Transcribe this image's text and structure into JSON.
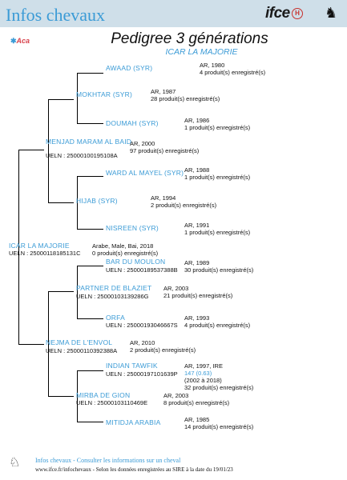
{
  "header": {
    "title": "Infos chevaux",
    "logo_text": "ifce",
    "logo_mark": "H"
  },
  "badge": {
    "text": "Aca"
  },
  "doc": {
    "title": "Pedigree 3 générations",
    "horse": "ICAR LA MAJORIE"
  },
  "subject": {
    "name": "ICAR LA MAJORIE",
    "ueln": "UELN : 25000118185131C",
    "line1": "Arabe, Male, Bai, 2018",
    "line2": "0 produit(s) enregistré(s)"
  },
  "sire": {
    "name": "MENJAD MARAM AL BAID",
    "ueln": "UELN : 25000100195108A",
    "line1": "AR, 2000",
    "line2": "97 produit(s) enregistré(s)"
  },
  "ss": {
    "name": "MOKHTAR (SYR)",
    "line1": "AR, 1987",
    "line2": "28 produit(s) enregistré(s)"
  },
  "sss": {
    "name": "AWAAD (SYR)",
    "line1": "AR, 1980",
    "line2": "4 produit(s) enregistré(s)"
  },
  "ssd": {
    "name": "DOUMAH (SYR)",
    "line1": "AR, 1986",
    "line2": "1 produit(s) enregistré(s)"
  },
  "sd": {
    "name": "HIJAB (SYR)",
    "line1": "AR, 1994",
    "line2": "2 produit(s) enregistré(s)"
  },
  "sds": {
    "name": "WARD AL MAYEL (SYR)",
    "line1": "AR, 1988",
    "line2": "1 produit(s) enregistré(s)"
  },
  "sdd": {
    "name": "NISREEN (SYR)",
    "line1": "AR, 1991",
    "line2": "1 produit(s) enregistré(s)"
  },
  "dam": {
    "name": "NEJMA DE L'ENVOL",
    "ueln": "UELN : 25000110392388A",
    "line1": "AR, 2010",
    "line2": "2 produit(s) enregistré(s)"
  },
  "ds": {
    "name": "PARTNER DE BLAZIET",
    "ueln": "UELN : 25000103139286G",
    "line1": "AR, 2003",
    "line2": "21 produit(s) enregistré(s)"
  },
  "dss": {
    "name": "BAR DU MOULON",
    "ueln": "UELN : 25000189537388B",
    "line1": "AR, 1989",
    "line2": "30 produit(s) enregistré(s)"
  },
  "dsd": {
    "name": "ORFA",
    "ueln": "UELN : 25000193046667S",
    "line1": "AR, 1993",
    "line2": "4 produit(s) enregistré(s)"
  },
  "dd": {
    "name": "MIRBA DE GION",
    "ueln": "UELN : 25000103110469E",
    "line1": "AR, 2003",
    "line2": "8 produit(s) enregistré(s)"
  },
  "dds": {
    "name": "INDIAN TAWFIK",
    "ueln": "UELN : 25000197101639P",
    "line1a": "AR, 1997, IRE ",
    "line1b": "147 (0.63)",
    "line1c": " (2002 à 2018)",
    "line2": "32 produit(s) enregistré(s)"
  },
  "ddd": {
    "name": "MITIDJA ARABIA",
    "line1": "AR, 1985",
    "line2": "14 produit(s) enregistré(s)"
  },
  "footer": {
    "line1": "Infos chevaux - Consulter les informations sur un cheval",
    "line2": "www.ifce.fr/infochevaux - Selon les données enregistrées au SIRE à la date du 19/01/23"
  }
}
